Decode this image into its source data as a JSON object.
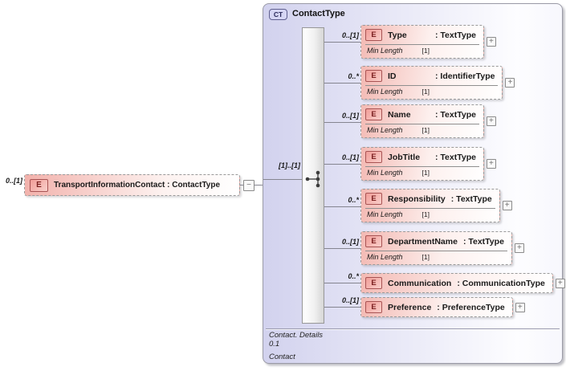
{
  "root_element": {
    "cardinality": "0..[1]",
    "icon": "E",
    "label": "TransportInformationContact : ContactType",
    "collapse_toggle": "−"
  },
  "complex_type": {
    "badge": "CT",
    "title": "ContactType",
    "sequence_cardinality": "[1]..[1]",
    "children": [
      {
        "cardinality": "0..[1]",
        "icon": "E",
        "name": "Type",
        "type_suffix": ": TextType",
        "facet_name": "Min Length",
        "facet_value": "[1]",
        "toggle": "+"
      },
      {
        "cardinality": "0..*",
        "icon": "E",
        "name": "ID",
        "type_suffix": ": IdentifierType",
        "facet_name": "Min Length",
        "facet_value": "[1]",
        "toggle": "+"
      },
      {
        "cardinality": "0..[1]",
        "icon": "E",
        "name": "Name",
        "type_suffix": ": TextType",
        "facet_name": "Min Length",
        "facet_value": "[1]",
        "toggle": "+"
      },
      {
        "cardinality": "0..[1]",
        "icon": "E",
        "name": "JobTitle",
        "type_suffix": ": TextType",
        "facet_name": "Min Length",
        "facet_value": "[1]",
        "toggle": "+"
      },
      {
        "cardinality": "0..*",
        "icon": "E",
        "name": "Responsibility",
        "type_suffix": ": TextType",
        "facet_name": "Min Length",
        "facet_value": "[1]",
        "toggle": "+"
      },
      {
        "cardinality": "0..[1]",
        "icon": "E",
        "name": "DepartmentName",
        "type_suffix": ": TextType",
        "facet_name": "Min Length",
        "facet_value": "[1]",
        "toggle": "+"
      },
      {
        "cardinality": "0..*",
        "icon": "E",
        "name": "Communication",
        "type_suffix": ": CommunicationType",
        "toggle": "+"
      },
      {
        "cardinality": "0..[1]",
        "icon": "E",
        "name": "Preference",
        "type_suffix": ": PreferenceType",
        "toggle": "+"
      }
    ],
    "footer": {
      "annotation": "Contact. Details",
      "occurrence": "0.1",
      "name": "Contact"
    }
  },
  "colors": {
    "element_fill": "#f3b9b3",
    "element_border": "#9a9a9a",
    "icon_border": "#a85454",
    "icon_text": "#7a1f1f",
    "container_fill": "#d2d2ee",
    "container_border": "#9a9aa6"
  }
}
